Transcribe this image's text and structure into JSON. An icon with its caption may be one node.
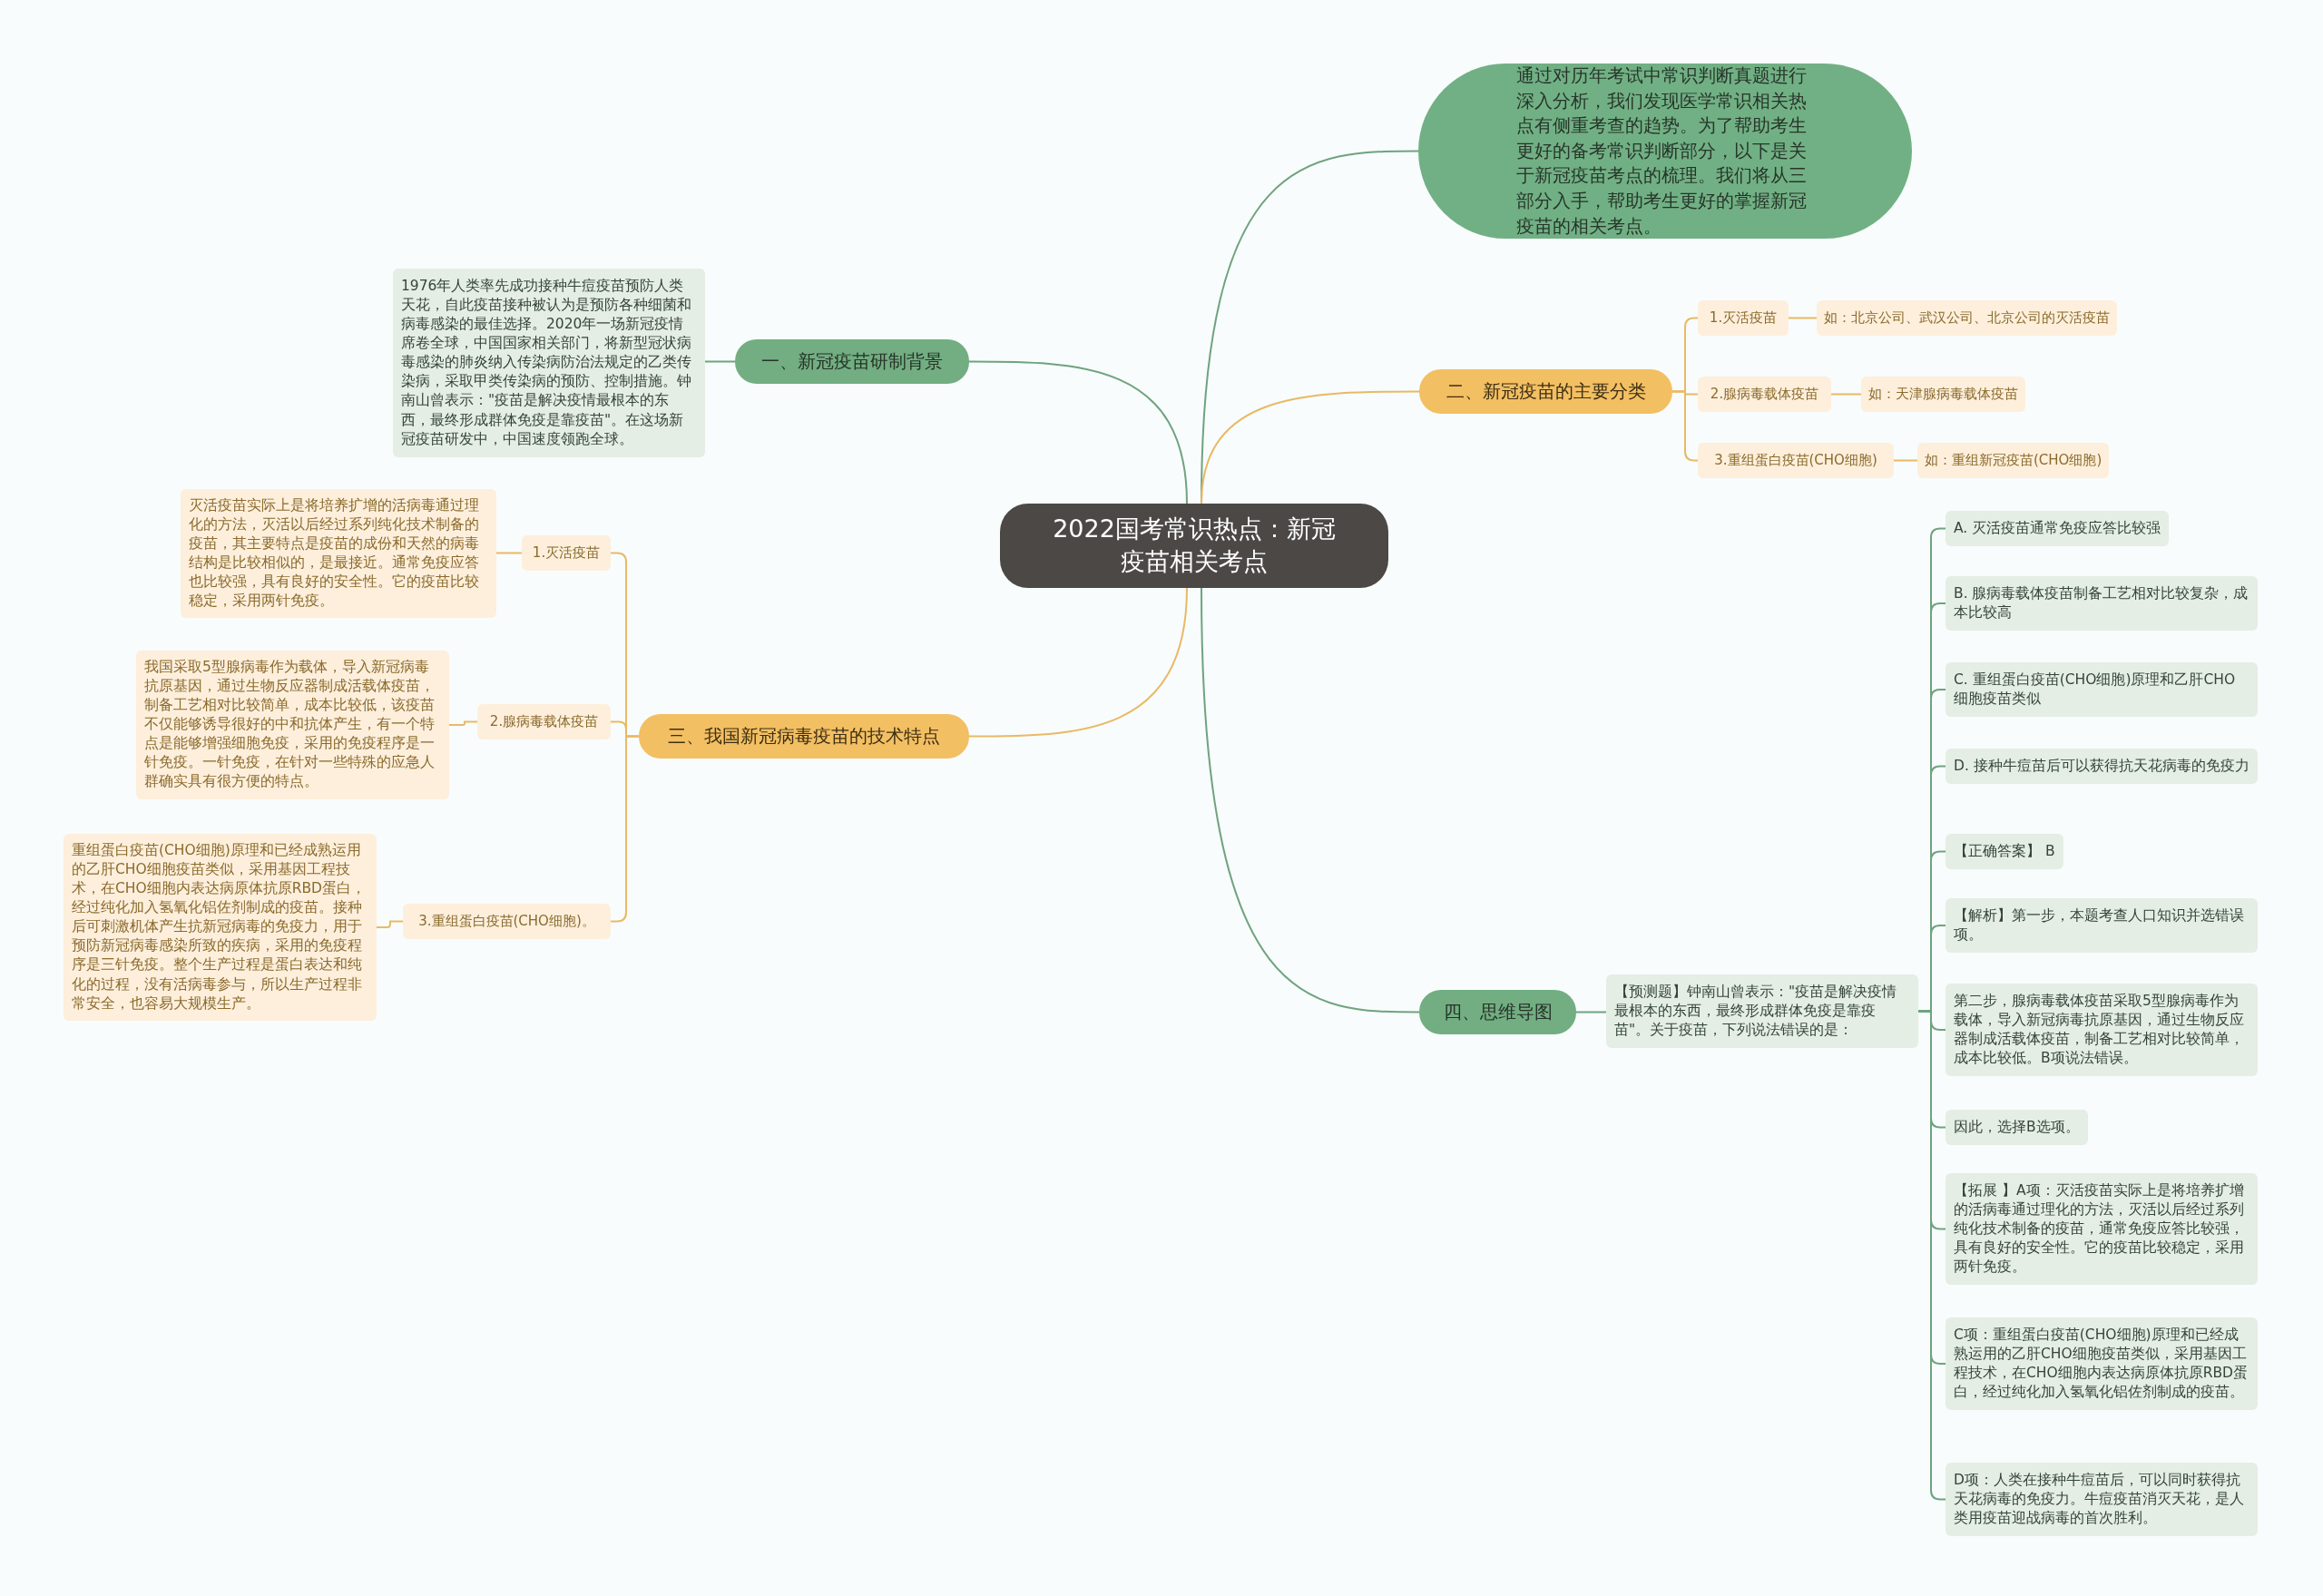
{
  "diagram": {
    "nodes": [
      {
        "text": [
          "2022国考常识热点：新冠疫苗相关考点"
        ]
      },
      {
        "text": [
          "通过对历年考试中常识判断真题进行深入分析，我们发现医学常识相关热点有侧重考查的趋势。为了帮助考生更好的备考常识判断部分，以下是关于新冠疫苗考点的梳理。我们将从三部分入手，帮助考生更好的掌握新冠疫苗的相关考点。"
        ]
      },
      {
        "text": [
          "一、新冠疫苗研制背景"
        ]
      },
      {
        "text": [
          "1976年人类率先成功接种牛痘疫苗预防人类天花，自此疫苗接种被认为是预防各种细菌和病毒感染的最佳选择。2020年一场新冠疫情席卷全球，中国国家相关部门，将新型冠状病毒感染的肺炎纳入传染病防治法规定的乙类传染病，采取甲类传染病的预防、控制措施。钟南山曾表示：\"疫苗是解决疫情最根本的东西，最终形成群体免疫是靠疫苗\"。在这场新冠疫苗研发中，中国速度领跑全球。"
        ]
      },
      {
        "text": [
          "二、新冠疫苗的主要分类"
        ]
      },
      {
        "text": [
          "1.灭活疫苗"
        ]
      },
      {
        "text": [
          "如：北京公司、武汉公司、北京公司的灭活疫苗"
        ]
      },
      {
        "text": [
          "2.腺病毒载体疫苗"
        ]
      },
      {
        "text": [
          "如：天津腺病毒载体疫苗"
        ]
      },
      {
        "text": [
          "3.重组蛋白疫苗(CHO细胞)"
        ]
      },
      {
        "text": [
          "如：重组新冠疫苗(CHO细胞)"
        ]
      },
      {
        "text": [
          "三、我国新冠病毒疫苗的技术特点"
        ]
      },
      {
        "text": [
          "1.灭活疫苗"
        ]
      },
      {
        "text": [
          "灭活疫苗实际上是将培养扩增的活病毒通过理化的方法，灭活以后经过系列纯化技术制备的疫苗，其主要特点是疫苗的成份和天然的病毒结构是比较相似的，是最接近。通常免疫应答也比较强，具有良好的安全性。它的疫苗比较稳定，采用两针免疫。"
        ]
      },
      {
        "text": [
          "2.腺病毒载体疫苗"
        ]
      },
      {
        "text": [
          "我国采取5型腺病毒作为载体，导入新冠病毒抗原基因，通过生物反应器制成活载体疫苗，制备工艺相对比较简单，成本比较低，该疫苗不仅能够诱导很好的中和抗体产生，有一个特点是能够增强细胞免疫，采用的免疫程序是一针免疫。一针免疫，在针对一些特殊的应急人群确实具有很方便的特点。"
        ]
      },
      {
        "text": [
          "3.重组蛋白疫苗(CHO细胞)。"
        ]
      },
      {
        "text": [
          "重组蛋白疫苗(CHO细胞)原理和已经成熟运用的乙肝CHO细胞疫苗类似，采用基因工程技术，在CHO细胞内表达病原体抗原RBD蛋白，经过纯化加入氢氧化铝佐剂制成的疫苗。接种后可刺激机体产生抗新冠病毒的免疫力，用于预防新冠病毒感染所致的疾病，采用的免疫程序是三针免疫。整个生产过程是蛋白表达和纯化的过程，没有活病毒参与，所以生产过程非常安全，也容易大规模生产。"
        ]
      },
      {
        "text": [
          "四、思维导图"
        ]
      },
      {
        "text": [
          "【预测题】钟南山曾表示：\"疫苗是解决疫情最根本的东西，最终形成群体免疫是靠疫苗\"。关于疫苗，下列说法错误的是："
        ]
      },
      {
        "text": [
          "A. 灭活疫苗通常免疫应答比较强"
        ]
      },
      {
        "text": [
          "B. 腺病毒载体疫苗制备工艺相对比较复杂，成本比较高"
        ]
      },
      {
        "text": [
          "C. 重组蛋白疫苗(CHO细胞)原理和乙肝CHO细胞疫苗类似"
        ]
      },
      {
        "text": [
          "D. 接种牛痘苗后可以获得抗天花病毒的免疫力"
        ]
      },
      {
        "text": [
          "【正确答案】 B"
        ]
      },
      {
        "text": [
          "【解析】第一步，本题考查人口知识并选错误项。"
        ]
      },
      {
        "text": [
          "第二步，腺病毒载体疫苗采取5型腺病毒作为载体，导入新冠病毒抗原基因，通过生物反应器制成活载体疫苗，制备工艺相对比较简单，成本比较低。B项说法错误。"
        ]
      },
      {
        "text": [
          "因此，选择B选项。"
        ]
      },
      {
        "text": [
          "【拓展 】A项：灭活疫苗实际上是将培养扩增的活病毒通过理化的方法，灭活以后经过系列纯化技术制备的疫苗，通常免疫应答比较强，具有良好的安全性。它的疫苗比较稳定，采用两针免疫。"
        ]
      },
      {
        "text": [
          "C项：重组蛋白疫苗(CHO细胞)原理和已经成熟运用的乙肝CHO细胞疫苗类似，采用基因工程技术，在CHO细胞内表达病原体抗原RBD蛋白，经过纯化加入氢氧化铝佐剂制成的疫苗。"
        ]
      },
      {
        "text": [
          "D项：人类在接种牛痘苗后，可以同时获得抗天花病毒的免疫力。牛痘疫苗消灭天花，是人类用疫苗迎战病毒的首次胜利。"
        ]
      }
    ],
    "edges": [
      {
        "from": 0,
        "to": 1,
        "arrow": "none"
      },
      {
        "from": 0,
        "to": 2,
        "arrow": "none"
      },
      {
        "from": 2,
        "to": 3,
        "arrow": "none"
      },
      {
        "from": 0,
        "to": 4,
        "arrow": "none",
        "color": "#e9b965"
      },
      {
        "from": 4,
        "to": 5,
        "arrow": "none",
        "color": "#e9b965"
      },
      {
        "from": 5,
        "to": 6,
        "arrow": "none",
        "color": "#e9b965"
      },
      {
        "from": 4,
        "to": 7,
        "arrow": "none",
        "color": "#e9b965"
      },
      {
        "from": 7,
        "to": 8,
        "arrow": "none",
        "color": "#e9b965"
      },
      {
        "from": 4,
        "to": 9,
        "arrow": "none",
        "color": "#e9b965"
      },
      {
        "from": 9,
        "to": 10,
        "arrow": "none",
        "color": "#e9b965"
      },
      {
        "from": 0,
        "to": 11,
        "arrow": "none",
        "color": "#e9b965"
      },
      {
        "from": 11,
        "to": 12,
        "arrow": "none",
        "color": "#e9b965"
      },
      {
        "from": 12,
        "to": 13,
        "arrow": "none",
        "color": "#e9b965"
      },
      {
        "from": 11,
        "to": 14,
        "arrow": "none",
        "color": "#e9b965"
      },
      {
        "from": 14,
        "to": 15,
        "arrow": "none",
        "color": "#e9b965"
      },
      {
        "from": 11,
        "to": 16,
        "arrow": "none",
        "color": "#e9b965"
      },
      {
        "from": 16,
        "to": 17,
        "arrow": "none",
        "color": "#e9b965"
      },
      {
        "from": 0,
        "to": 18,
        "arrow": "none"
      },
      {
        "from": 18,
        "to": 19,
        "arrow": "none"
      },
      {
        "from": 19,
        "to": 20,
        "arrow": "none"
      },
      {
        "from": 19,
        "to": 21,
        "arrow": "none"
      },
      {
        "from": 19,
        "to": 22,
        "arrow": "none"
      },
      {
        "from": 19,
        "to": 23,
        "arrow": "none"
      },
      {
        "from": 19,
        "to": 24,
        "arrow": "none"
      },
      {
        "from": 19,
        "to": 25,
        "arrow": "none"
      },
      {
        "from": 19,
        "to": 26,
        "arrow": "none"
      },
      {
        "from": 19,
        "to": 27,
        "arrow": "none"
      },
      {
        "from": 19,
        "to": 28,
        "arrow": "none"
      },
      {
        "from": 19,
        "to": 29,
        "arrow": "none"
      },
      {
        "from": 19,
        "to": 30,
        "arrow": "none"
      }
    ]
  }
}
